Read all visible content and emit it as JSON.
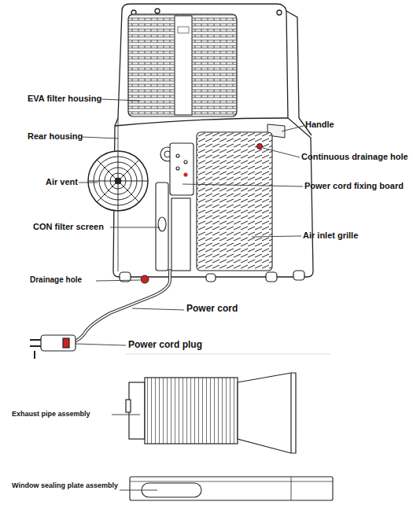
{
  "diagram": {
    "labels": [
      "EVA filter housing",
      "Rear housing",
      "Air vent",
      "CON filter screen",
      "Drainage hole",
      "Handle",
      "Continuous drainage hole",
      "Power cord fixing board",
      "Air inlet grille",
      "Power  cord",
      "Power cord plug",
      "Exhaust pipe assembly",
      "Window sealing plate assembly"
    ]
  }
}
